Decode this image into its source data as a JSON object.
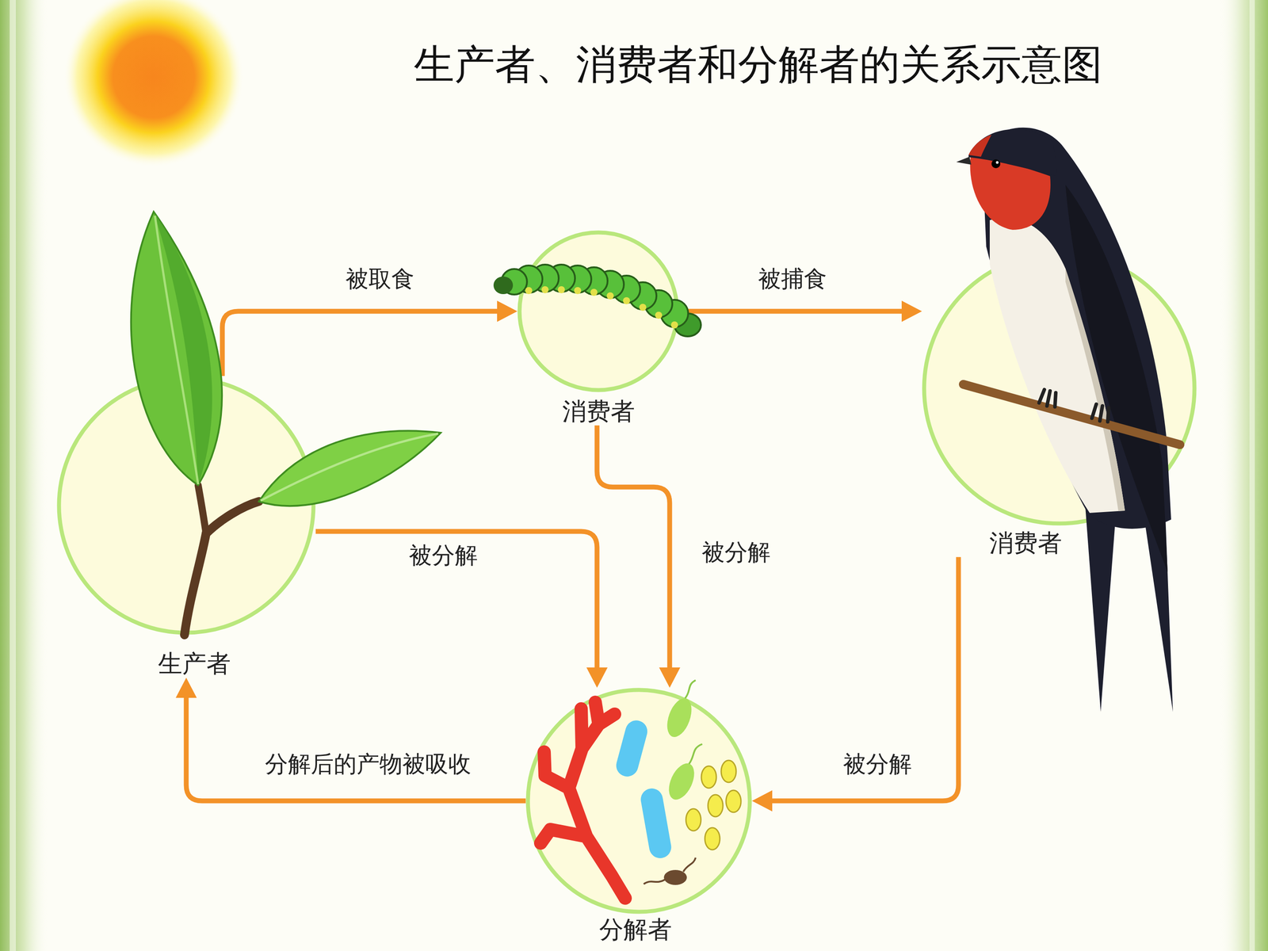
{
  "diagram": {
    "title": "生产者、消费者和分解者的关系示意图",
    "nodes": [
      {
        "text": [
          "生产者"
        ]
      },
      {
        "text": [
          "消费者"
        ]
      },
      {
        "text": [
          "消费者"
        ]
      },
      {
        "text": [
          "分解者"
        ]
      }
    ],
    "edges": [
      {
        "from": 0,
        "to": 1,
        "arrow": "to",
        "label": "被取食"
      },
      {
        "from": 1,
        "to": 2,
        "arrow": "to",
        "label": "被捕食"
      },
      {
        "from": 0,
        "to": 3,
        "arrow": "to",
        "label": "被分解"
      },
      {
        "from": 1,
        "to": 3,
        "arrow": "to",
        "label": "被分解"
      },
      {
        "from": 2,
        "to": 3,
        "arrow": "to",
        "label": "被分解"
      },
      {
        "from": 3,
        "to": 0,
        "arrow": "to",
        "label": "分解后的产物被吸收"
      }
    ]
  }
}
